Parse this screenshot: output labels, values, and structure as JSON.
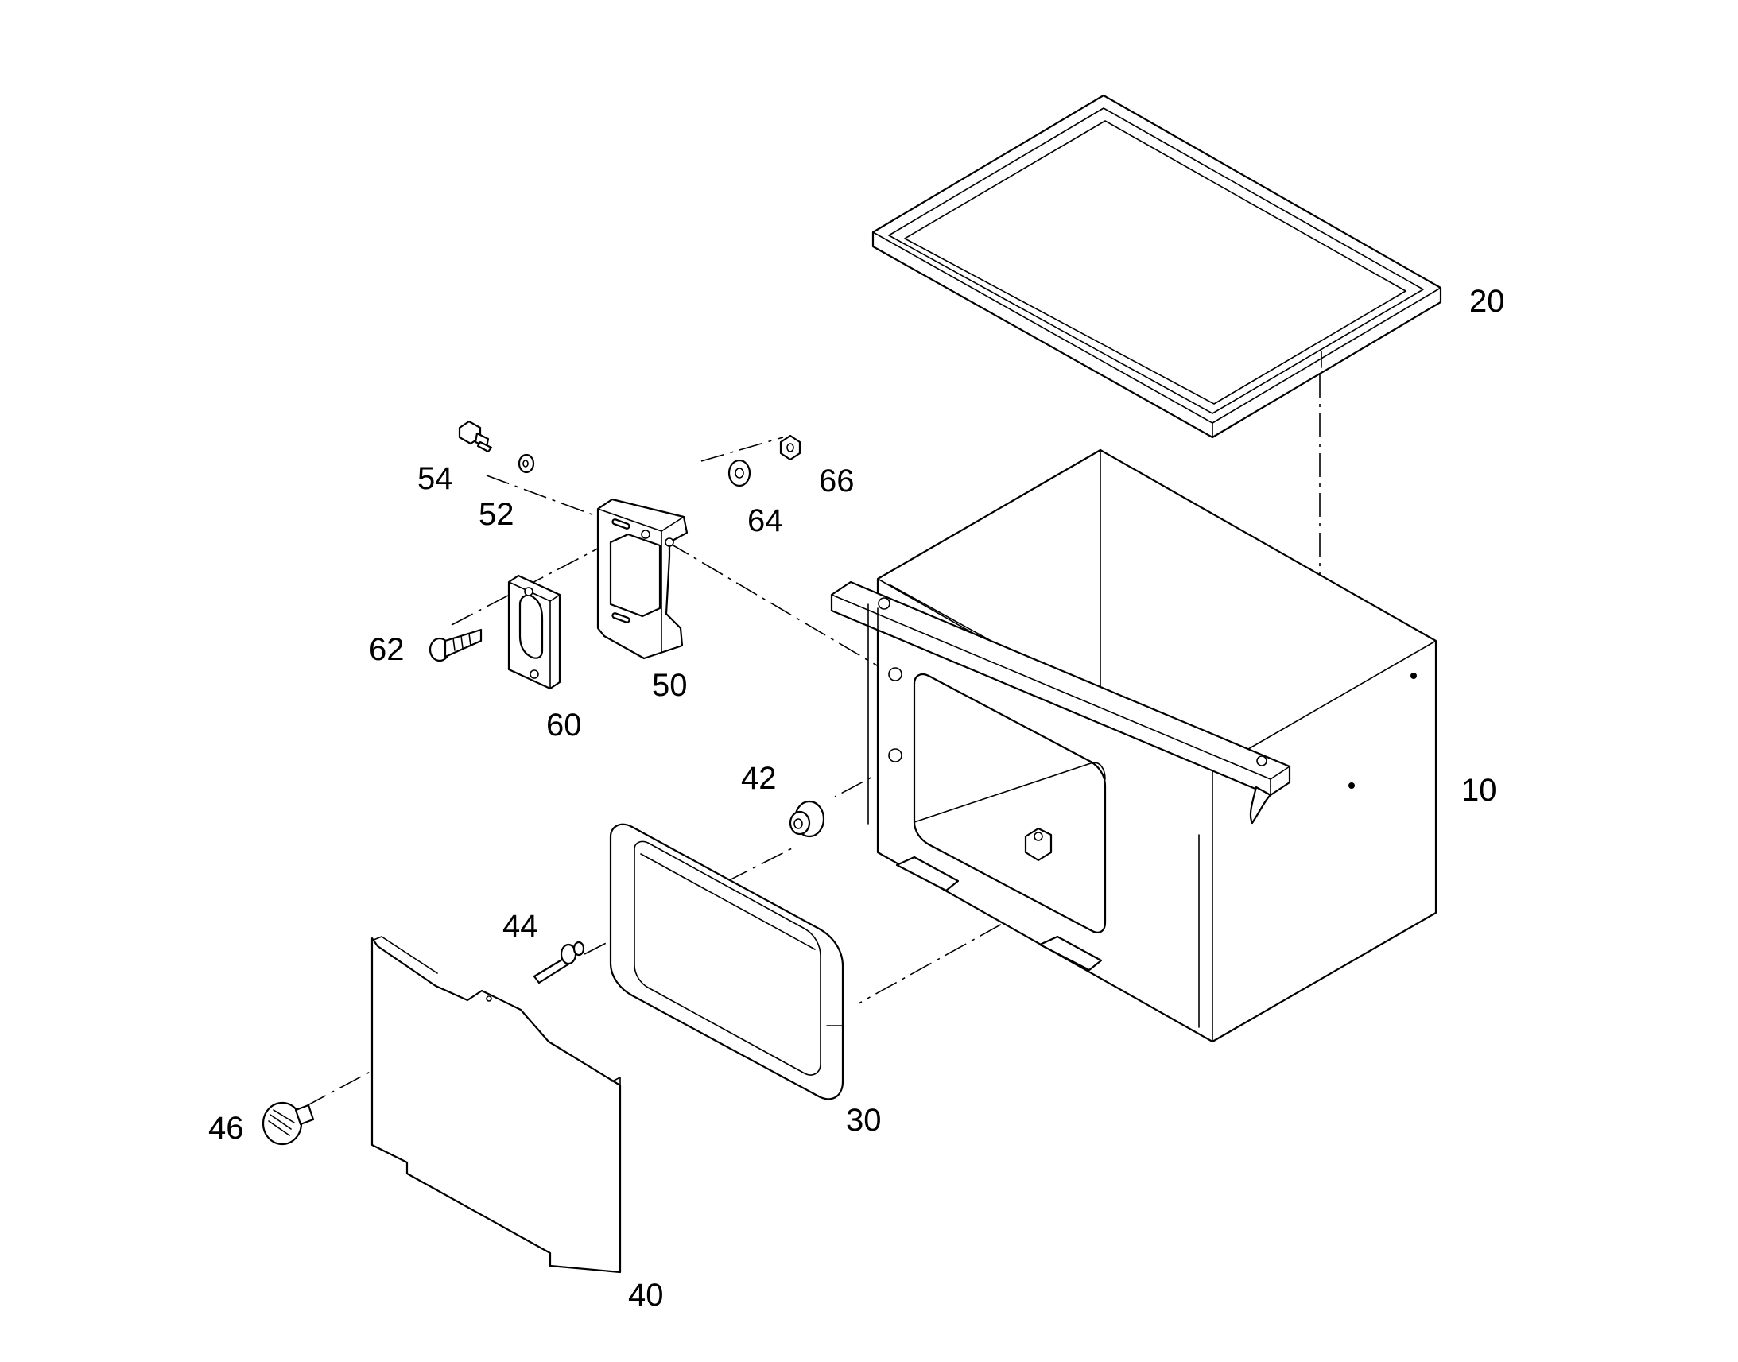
{
  "diagram": {
    "callouts": {
      "c10": "10",
      "c20": "20",
      "c30": "30",
      "c40": "40",
      "c42": "42",
      "c44": "44",
      "c46": "46",
      "c50": "50",
      "c52": "52",
      "c54": "54",
      "c60": "60",
      "c62": "62",
      "c64": "64",
      "c66": "66"
    },
    "colors": {
      "line": "#000000",
      "background": "#ffffff"
    }
  }
}
